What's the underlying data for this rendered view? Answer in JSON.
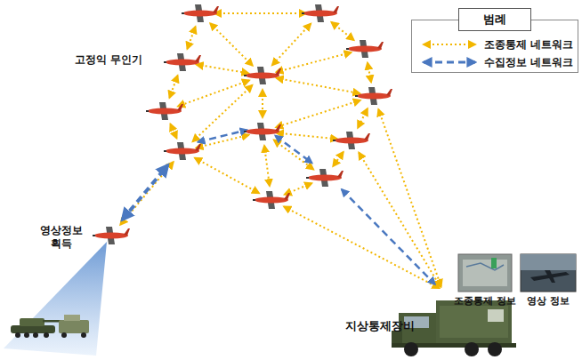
{
  "diagram": {
    "nodes": [
      {
        "text": [
          "고정익 무인기"
        ]
      },
      {
        "text": [
          "영상정보 획득"
        ]
      },
      {
        "text": [
          "지상통제장비"
        ]
      }
    ],
    "labels": [
      "범례",
      "조종통제 정보",
      "영상 정보"
    ],
    "legend": [
      {
        "text": "조종통제 네트워크"
      },
      {
        "text": "수집정보 네트워크"
      }
    ]
  }
}
